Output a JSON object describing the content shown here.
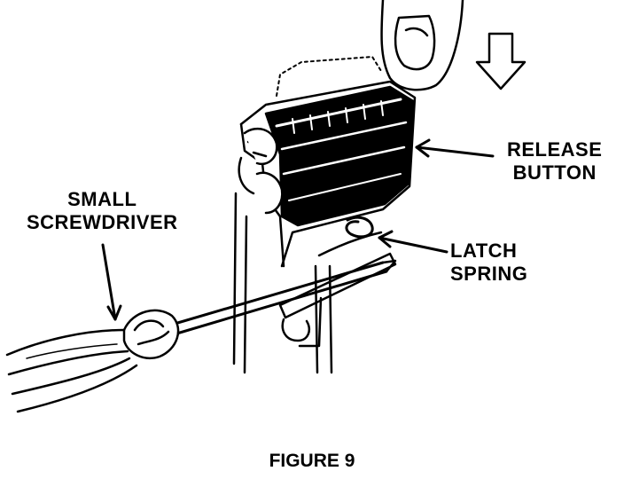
{
  "labels": {
    "release_line1": "RELEASE",
    "release_line2": "BUTTON",
    "latch_line1": "LATCH",
    "latch_line2": "SPRING",
    "screwdriver_line1": "SMALL",
    "screwdriver_line2": "SCREWDRIVER"
  },
  "caption": "FIGURE 9",
  "colors": {
    "ink": "#000000",
    "paper": "#ffffff"
  },
  "icons": {
    "press_direction": "down-arrow-outline"
  }
}
